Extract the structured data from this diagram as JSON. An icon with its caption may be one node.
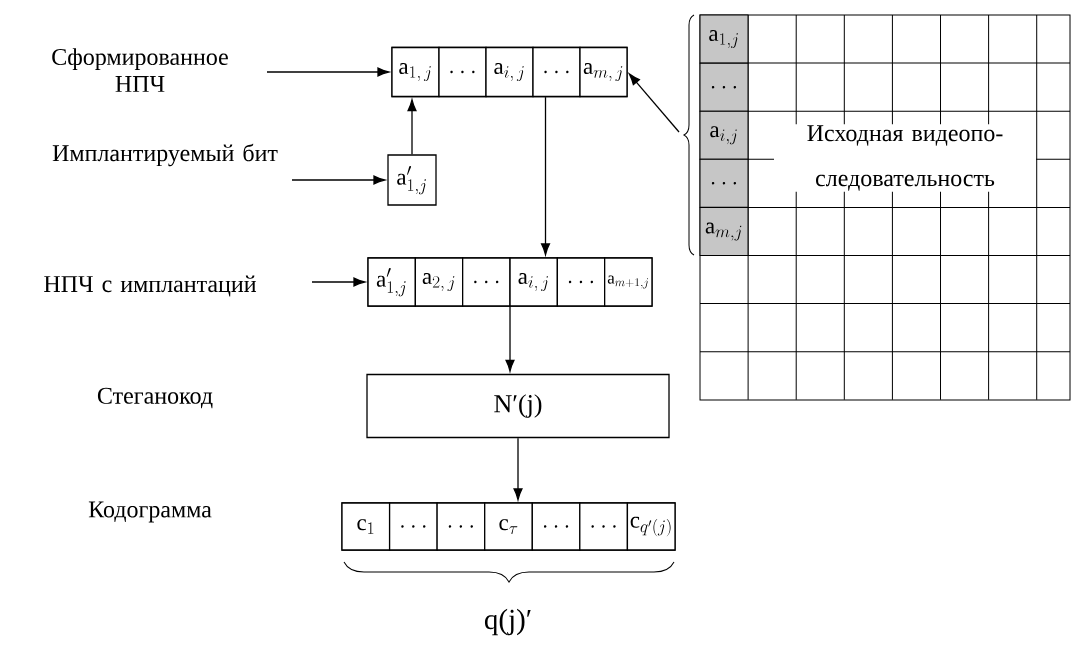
{
  "diagram": {
    "nodes": [
      {
        "text": [
          "Сформированное НПЧ"
        ]
      },
      {
        "text": [],
        "shape": "box"
      },
      {
        "text": [
          "\\mathrm{a}_{1,\\,j}"
        ],
        "in": 1
      },
      {
        "text": [
          "\\ldots"
        ],
        "in": 1
      },
      {
        "text": [
          "\\mathrm{a}_{i,\\,j}"
        ],
        "in": 1
      },
      {
        "text": [
          "\\ldots"
        ],
        "in": 1
      },
      {
        "text": [
          "\\mathrm{a}_{m,\\,j}"
        ],
        "in": 1
      },
      {
        "text": [
          "Имплантируемый бит"
        ]
      },
      {
        "text": [
          "\\mathrm{a}'_{1,j}"
        ]
      },
      {
        "text": [
          "НПЧ с имплантаций"
        ]
      },
      {
        "text": [],
        "shape": "box"
      },
      {
        "text": [
          "\\mathrm{a}'_{1,j}"
        ],
        "in": 10
      },
      {
        "text": [
          "\\mathrm{a}_{2,\\,j}"
        ],
        "in": 10
      },
      {
        "text": [
          "\\ldots"
        ],
        "in": 10
      },
      {
        "text": [
          "\\mathrm{a}_{i,\\,j}"
        ],
        "in": 10
      },
      {
        "text": [
          "\\ldots"
        ],
        "in": 10
      },
      {
        "text": [
          "\\mathrm{a}_{m+1,j}"
        ],
        "in": 10
      },
      {
        "text": [
          "Стеганокод"
        ]
      },
      {
        "text": [
          "N′(j)"
        ]
      },
      {
        "text": [
          "Кодограмма"
        ]
      },
      {
        "text": [],
        "shape": "box"
      },
      {
        "text": [
          "\\mathrm{c}_{1}"
        ],
        "in": 20
      },
      {
        "text": [
          "\\ldots"
        ],
        "in": 20
      },
      {
        "text": [
          "\\ldots"
        ],
        "in": 20
      },
      {
        "text": [
          "\\mathrm{c}_{\\tau}"
        ],
        "in": 20
      },
      {
        "text": [
          "\\ldots"
        ],
        "in": 20
      },
      {
        "text": [
          "\\ldots"
        ],
        "in": 20
      },
      {
        "text": [
          "\\mathrm{c}_{q'(j)}"
        ],
        "in": 20
      },
      {
        "text": [
          "Исходная видеопо- следовательность"
        ]
      },
      {
        "text": [
          "\\mathrm{a}_{1,j}"
        ],
        "in": 28
      },
      {
        "text": [
          "\\ldots"
        ],
        "in": 28
      },
      {
        "text": [
          "\\mathrm{a}_{i,j}"
        ],
        "in": 28
      },
      {
        "text": [
          "\\ldots"
        ],
        "in": 28
      },
      {
        "text": [
          "\\mathrm{a}_{m,j}"
        ],
        "in": 28
      }
    ],
    "edges": [
      {
        "from": 0,
        "to": 1,
        "arrow": "to"
      },
      {
        "from": 7,
        "to": 8,
        "arrow": "to"
      },
      {
        "from": 8,
        "to": 1,
        "arrow": "to"
      },
      {
        "from": null,
        "to": 1,
        "arrow": "to"
      },
      {
        "from": 1,
        "to": 10,
        "arrow": "to"
      },
      {
        "from": 9,
        "to": 10,
        "arrow": "to"
      },
      {
        "from": 10,
        "to": 18,
        "arrow": "to"
      },
      {
        "from": 18,
        "to": 20,
        "arrow": "to"
      }
    ],
    "labels": [
      "q(j)′"
    ]
  }
}
